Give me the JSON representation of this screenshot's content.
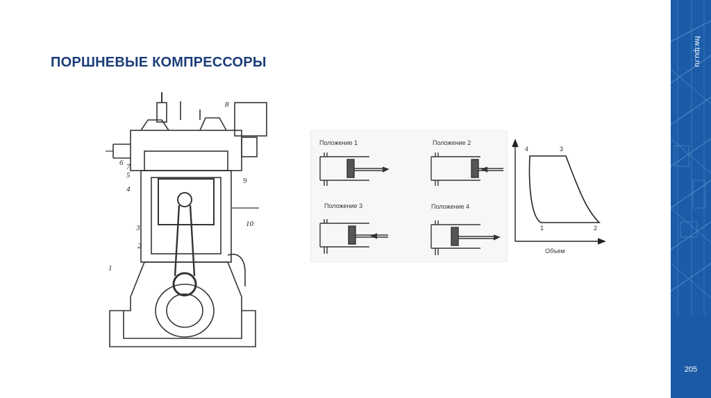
{
  "slide": {
    "title": "ПОРШНЕВЫЕ КОМПРЕССОРЫ",
    "site": "hw.tpu.ru",
    "page_number": "205"
  },
  "compressor_figure": {
    "part_numbers": [
      "1",
      "2",
      "3",
      "4",
      "5",
      "6",
      "7",
      "8",
      "9",
      "10"
    ]
  },
  "positions_figure": {
    "labels": [
      "Положение 1",
      "Положение 2",
      "Положение 3",
      "Положение 4"
    ]
  },
  "pv_diagram": {
    "points": [
      "1",
      "2",
      "3",
      "4"
    ],
    "xlabel": "Объем"
  },
  "colors": {
    "title": "#1b3d7a",
    "sidebar": "#1a5ca8"
  }
}
